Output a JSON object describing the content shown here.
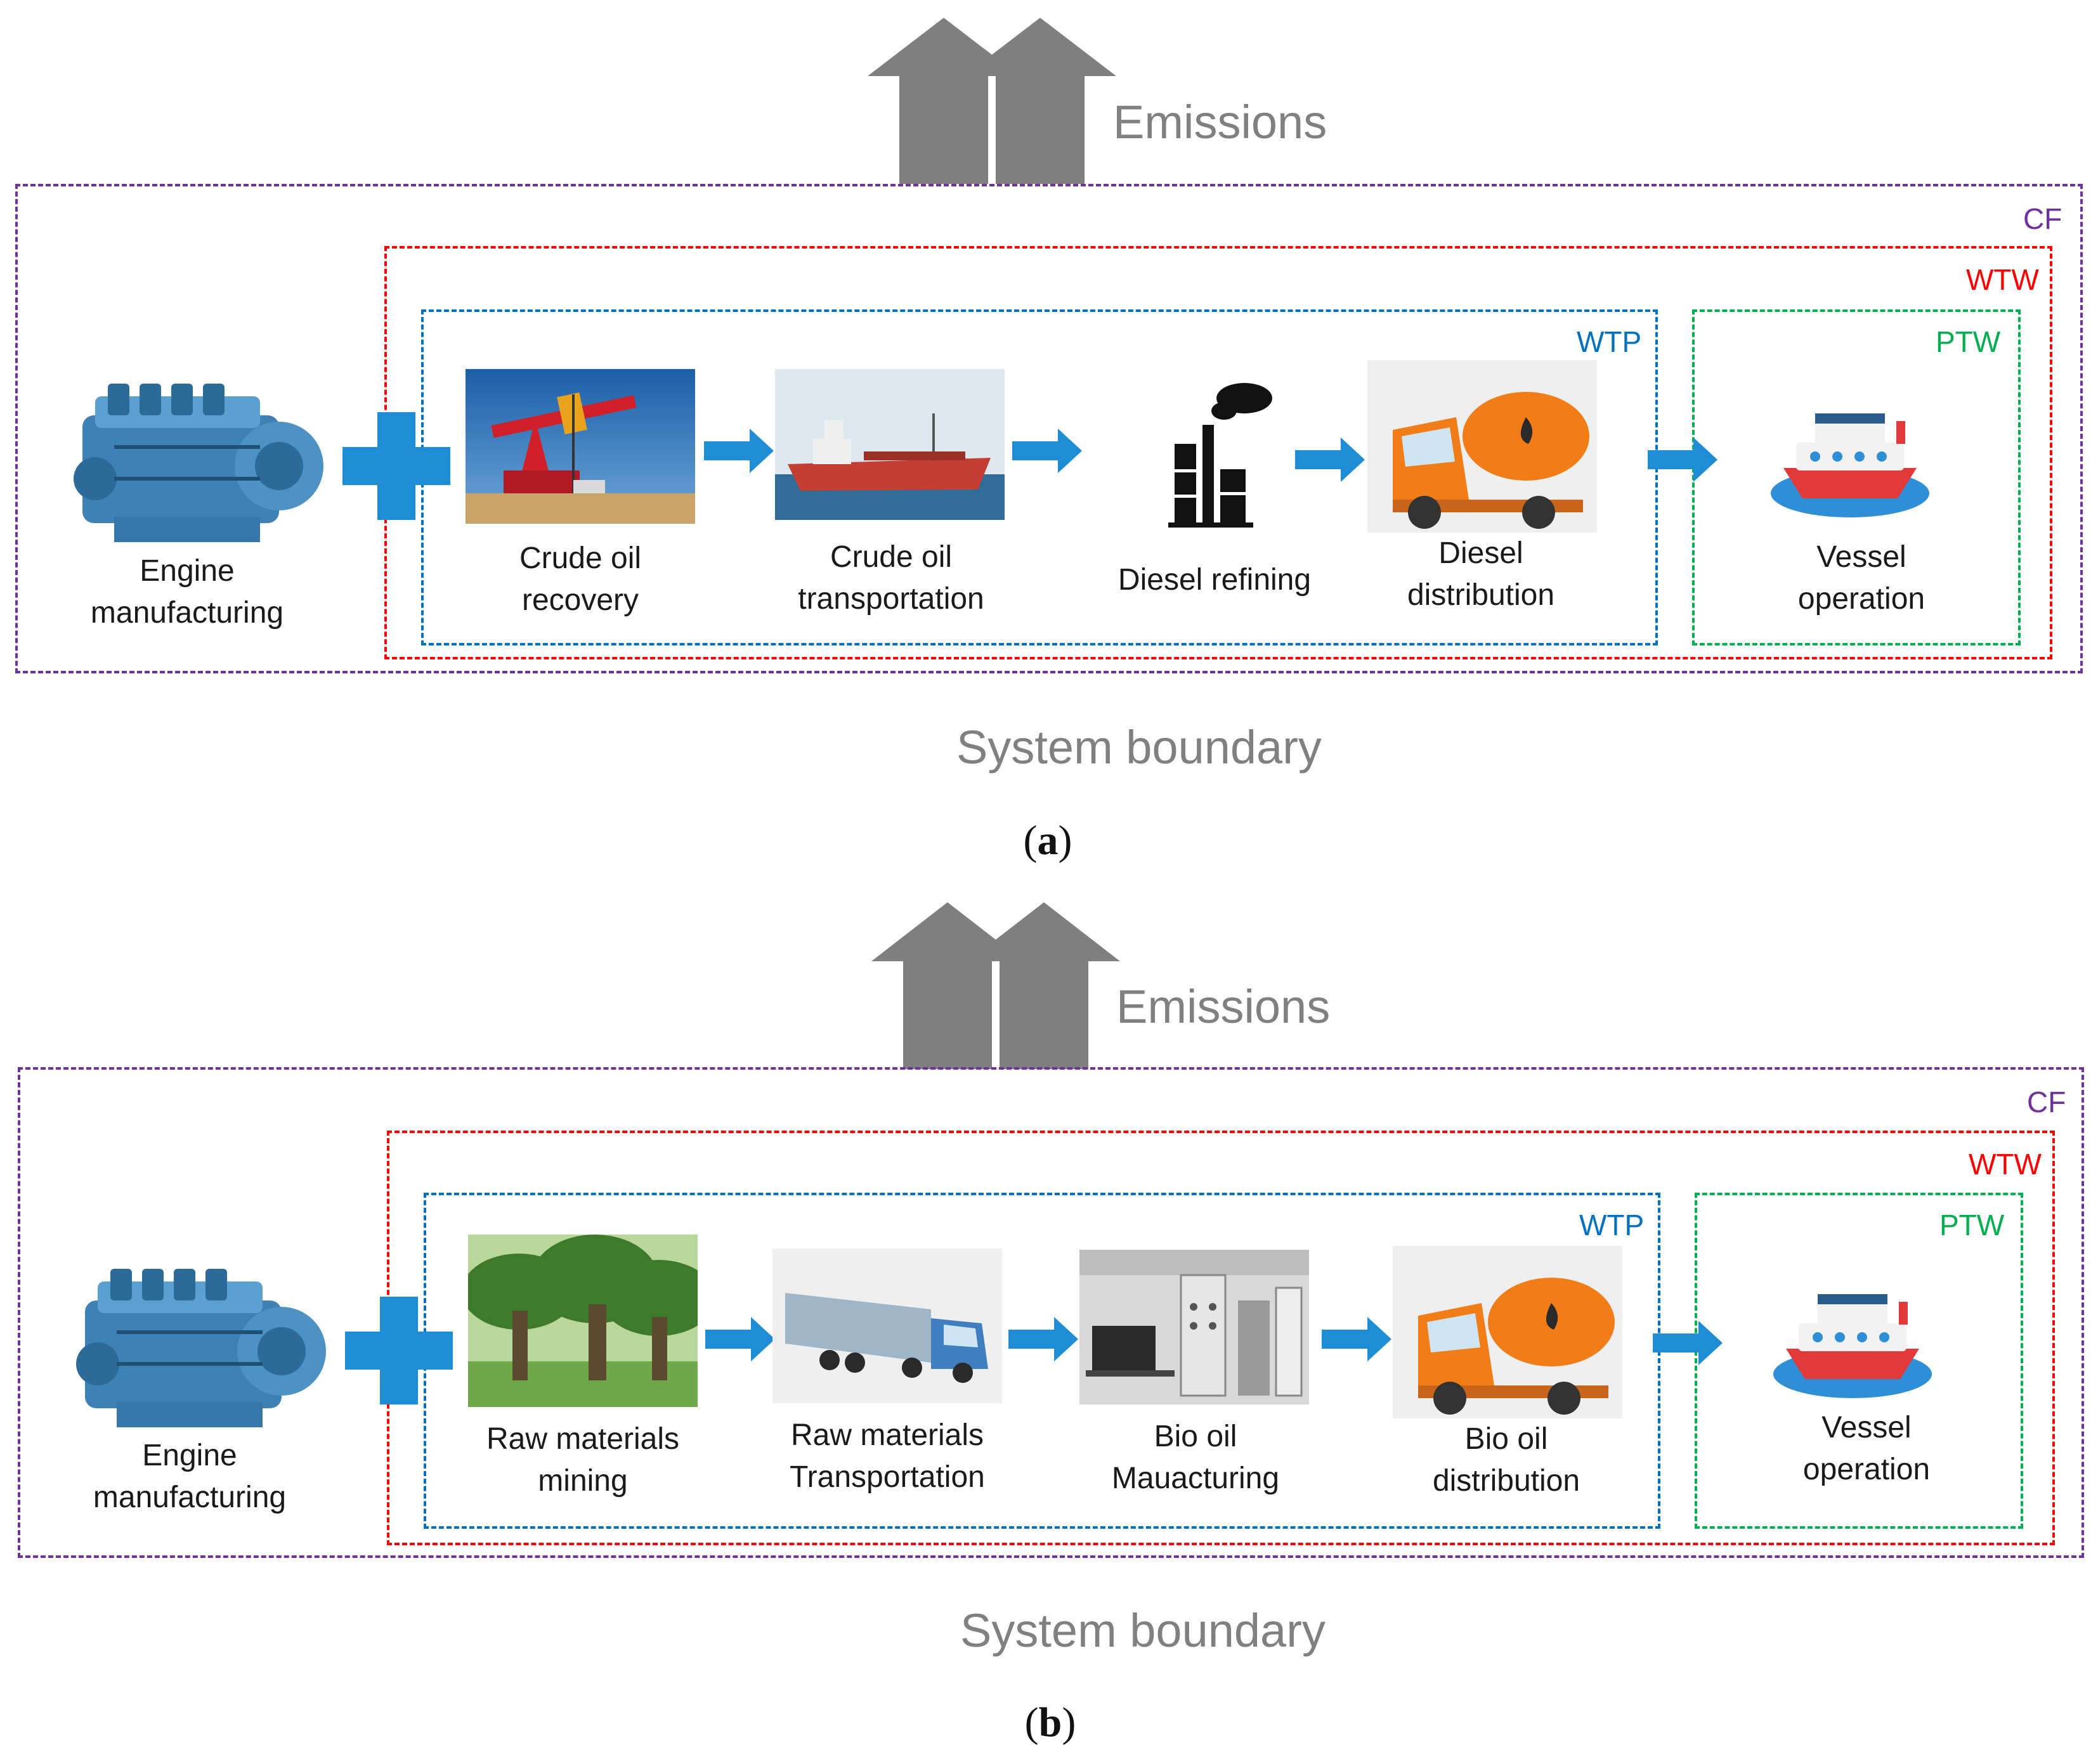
{
  "colors": {
    "cf": "#7030A0",
    "wtw": "#FF0000",
    "wtp": "#0070C0",
    "ptw": "#00B050",
    "flow_arrow": "#1F8DD6",
    "emission_arrow": "#7F7F7F",
    "plus": "#1F8DD6",
    "gray_text": "#808080"
  },
  "diagrams": [
    {
      "id": "a",
      "subfigure_label": "a",
      "emissions_label": "Emissions",
      "system_boundary_label": "System boundary",
      "boundaries": {
        "cf": "CF",
        "wtw": "WTW",
        "wtp": "WTP",
        "ptw": "PTW"
      },
      "engine": {
        "label": "Engine\nmanufacturing",
        "icon": "engine-icon"
      },
      "steps": [
        {
          "label": "Crude oil\nrecovery",
          "icon": "oil-pumpjack-icon"
        },
        {
          "label": "Crude oil\ntransportation",
          "icon": "tanker-ship-icon"
        },
        {
          "label": "Diesel refining",
          "icon": "refinery-icon"
        },
        {
          "label": "Diesel\ndistribution",
          "icon": "fuel-truck-icon"
        }
      ],
      "vessel": {
        "label": "Vessel\noperation",
        "icon": "ship-icon"
      }
    },
    {
      "id": "b",
      "subfigure_label": "b",
      "emissions_label": "Emissions",
      "system_boundary_label": "System boundary",
      "boundaries": {
        "cf": "CF",
        "wtw": "WTW",
        "wtp": "WTP",
        "ptw": "PTW"
      },
      "engine": {
        "label": "Engine\nmanufacturing",
        "icon": "engine-icon"
      },
      "steps": [
        {
          "label": "Raw materials\nmining",
          "icon": "palm-trees-icon"
        },
        {
          "label": "Raw materials\nTransportation",
          "icon": "cargo-truck-icon"
        },
        {
          "label": "Bio oil\nMauacturing",
          "icon": "lab-equipment-icon"
        },
        {
          "label": "Bio oil\ndistribution",
          "icon": "fuel-truck-icon"
        }
      ],
      "vessel": {
        "label": "Vessel\noperation",
        "icon": "ship-icon"
      }
    }
  ]
}
